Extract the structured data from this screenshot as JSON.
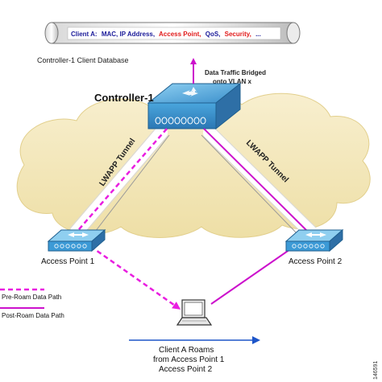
{
  "database": {
    "label": "Controller-1 Client Database",
    "record": {
      "prefix": "Client A:",
      "fields_plain_1": "MAC, IP Address,",
      "field_highlight_1": "Access Point,",
      "fields_plain_2": "QoS,",
      "field_highlight_2": "Security,",
      "fields_plain_3": "..."
    }
  },
  "controller": {
    "label": "Controller-1"
  },
  "bridged_note": {
    "line1": "Data Traffic Bridged",
    "line2": "onto VLAN x"
  },
  "tunnels": {
    "left_label": "LWAPP Tunnel",
    "right_label": "LWAPP Tunnel"
  },
  "access_points": [
    {
      "label": "Access Point 1"
    },
    {
      "label": "Access Point 2"
    }
  ],
  "legend": {
    "pre_roam": "Pre-Roam Data Path",
    "post_roam": "Post-Roam Data Path"
  },
  "roam_caption": {
    "line1": "Client A Roams",
    "line2": "from Access Point 1",
    "line3": "Access Point 2"
  },
  "figure_id": "146591",
  "colors": {
    "pre_roam_path": "#e91ee0",
    "post_roam_path": "#cc11cc",
    "highlight_text": "#e11b1b",
    "record_text": "#1a1a99",
    "cloud_fill": "#f3e7b9",
    "device_blue": "#3c9ad6",
    "roam_arrow": "#1d55c9"
  }
}
